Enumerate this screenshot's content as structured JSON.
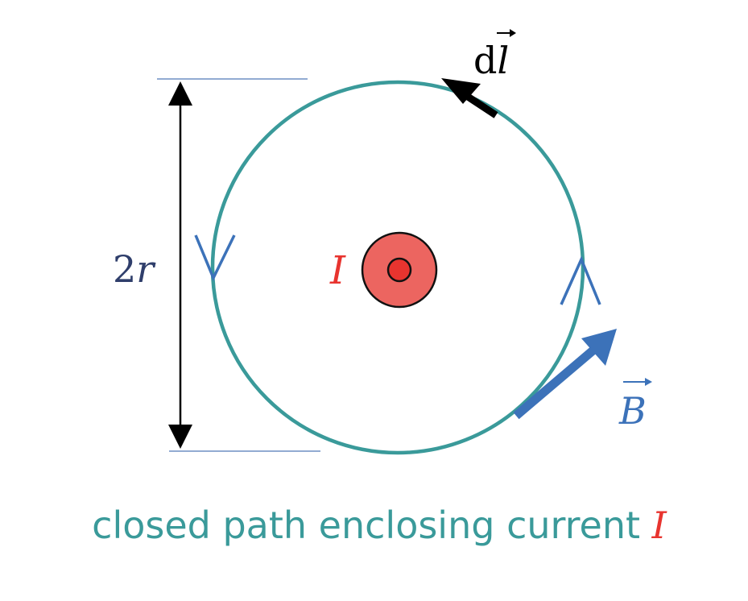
{
  "labels": {
    "diameter_prefix": "2",
    "diameter_var": "r",
    "current": "I",
    "field": "B",
    "element_d": "d",
    "element_l": "l",
    "caption_text": "closed path enclosing current ",
    "caption_var": "I"
  },
  "colors": {
    "path": "#3a9a9a",
    "caption": "#3a9a9a",
    "current_red": "#e8342f",
    "current_fill": "#ec6560",
    "field_blue": "#3c72b9",
    "direction_marks": "#3c72b9",
    "ref_lines": "#6f8fc4",
    "diameter_label": "#2f3e6b",
    "black": "#000000"
  },
  "icons": {
    "current_symbol": "out-of-page-current-icon",
    "dl_arrow": "arrow-up-left-icon",
    "b_arrow": "arrow-up-right-icon"
  }
}
